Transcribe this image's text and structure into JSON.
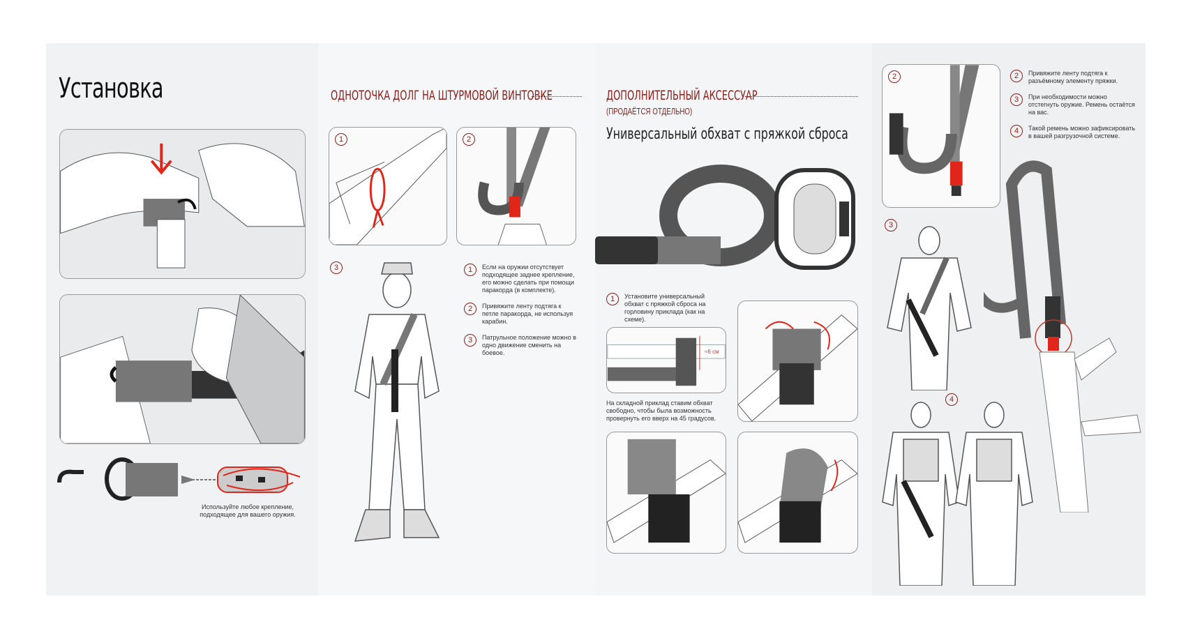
{
  "panel1": {
    "title": "Установка",
    "caption": "Используйте любое крепление, подходящее для вашего оружия."
  },
  "panel2": {
    "header": "ОДНОТОЧКА ДОЛГ НА ШТУРМОВОЙ ВИНТОВКЕ",
    "box_numbers": [
      "1",
      "2",
      "3"
    ],
    "steps": [
      {
        "num": "1",
        "text": "Если на оружии отсутствует подходящее заднее крепление, его можно сделать при помощи паракорда (в комплекте)."
      },
      {
        "num": "2",
        "text": "Привяжите ленту подтяга к петле паракорда, не используя карабин."
      },
      {
        "num": "3",
        "text": "Патрульное положение можно в одно движение сменить на боевое."
      }
    ]
  },
  "panel3": {
    "header": "ДОПОЛНИТЕЛЬНЫЙ АКСЕССУАР",
    "subheader": "(ПРОДАЁТСЯ ОТДЕЛЬНО)",
    "title": "Универсальный обхват с пряжкой сброса",
    "step1": {
      "num": "1",
      "text": "Установите универсальный обхват с пряжкой сброса на горловину приклада (как на схеме)."
    },
    "measure": "≈6 см",
    "note": "На складной приклад ставим обхват свободно, чтобы была возможность провернуть его вверх на 45 градусов."
  },
  "panel4": {
    "box_numbers": [
      "2",
      "3",
      "4"
    ],
    "steps": [
      {
        "num": "2",
        "text": "Привяжите ленту подтяга к разъёмному элементу пряжки."
      },
      {
        "num": "3",
        "text": "При необходимости можно отстегнуть оружие. Ремень остаётся на вас."
      },
      {
        "num": "4",
        "text": "Такой ремень можно зафиксировать в вашей разгрузочной системе."
      }
    ]
  },
  "colors": {
    "accent": "#8a1f1b",
    "red": "#e0261b",
    "strap": "#6e6e6e"
  }
}
